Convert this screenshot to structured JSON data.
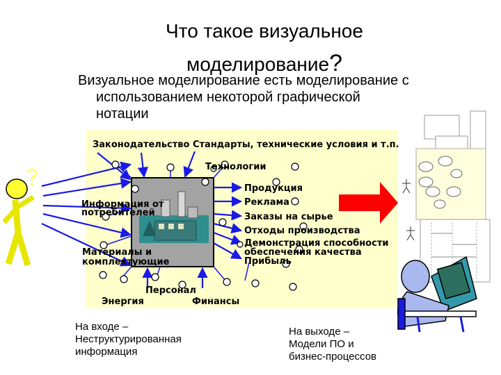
{
  "slide": {
    "title_line1": "Что такое визуальное",
    "title_line2": "моделирование",
    "title_mark": "?",
    "intro_line1": "Визуальное моделирование есть моделирование с",
    "intro_line2": "использованием некоторой  графической",
    "intro_line3": "нотации"
  },
  "diagram": {
    "top_label": "Законодательство Стандарты, технические условия и т.п.",
    "technologies": "Технологии",
    "inputs": {
      "info_line1": "Информация от",
      "info_line2": "потребителей",
      "materials_line1": "Материалы и",
      "materials_line2": "комплектующие"
    },
    "outputs": [
      "Продукция",
      "Реклама",
      "Заказы на сырье",
      "Отходы производства",
      "Демонстрация способности",
      "обеспечения качества",
      "Прибыль"
    ],
    "bottom": {
      "personnel": "Персонал",
      "energy": "Энергия",
      "finance": "Финансы"
    },
    "colors": {
      "panel": "#ffffcc",
      "arrow": "#1a1ae6",
      "big_arrow": "#ff0000",
      "factory_box": "#a3a3a3"
    }
  },
  "captions": {
    "input_line1": "На входе –",
    "input_line2": "Неструктурированная",
    "input_line3": "информация",
    "output_line1": "На выходе –",
    "output_line2": "Модели ПО и",
    "output_line3": "бизнес-процессов"
  }
}
